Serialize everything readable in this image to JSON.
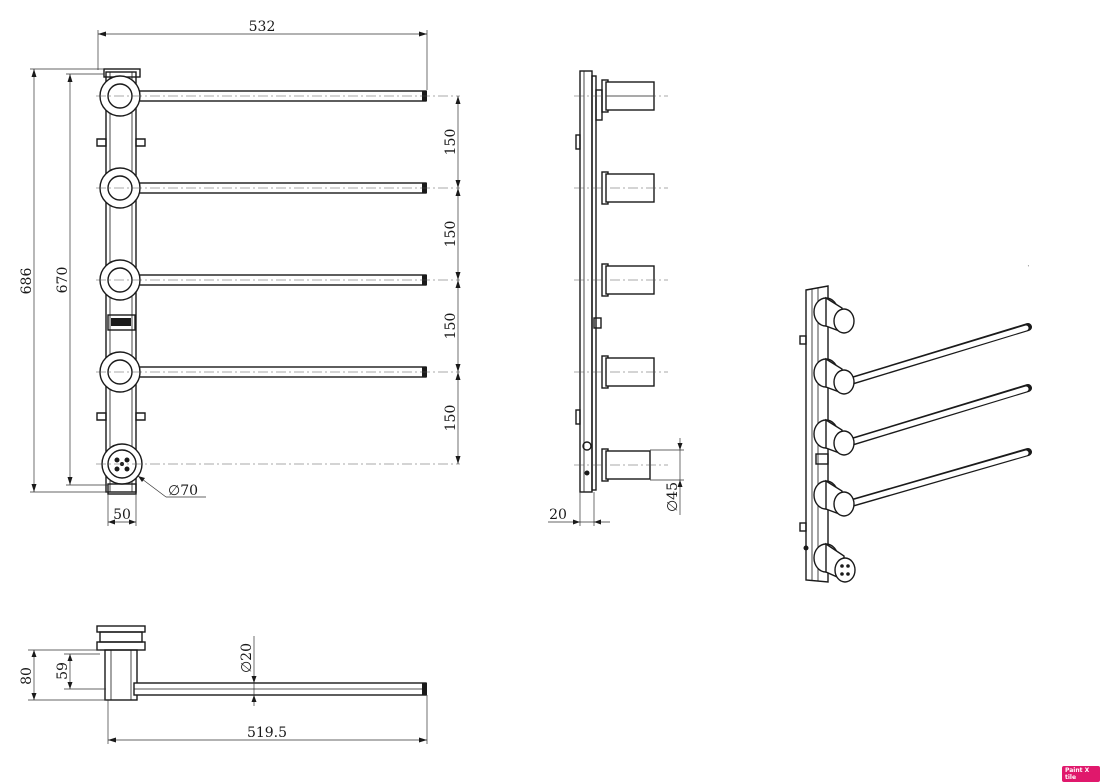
{
  "dimensions": {
    "front_width": "532",
    "front_height_total": "686",
    "front_height_inner": "670",
    "bar_pitch_1": "150",
    "bar_pitch_2": "150",
    "bar_pitch_3": "150",
    "bar_pitch_4": "150",
    "body_diameter": "70",
    "column_width": "50",
    "side_depth": "20",
    "side_cap_diameter": "45",
    "bottom_height_outer": "80",
    "bottom_height_inner": "59",
    "bar_diameter": "20",
    "bar_length": "519.5"
  },
  "symbols": {
    "diameter": "∅"
  },
  "brand": {
    "label": "Paint X tile",
    "color": "#e0186c"
  },
  "icons": {
    "diameter": "diameter-symbol-icon"
  }
}
